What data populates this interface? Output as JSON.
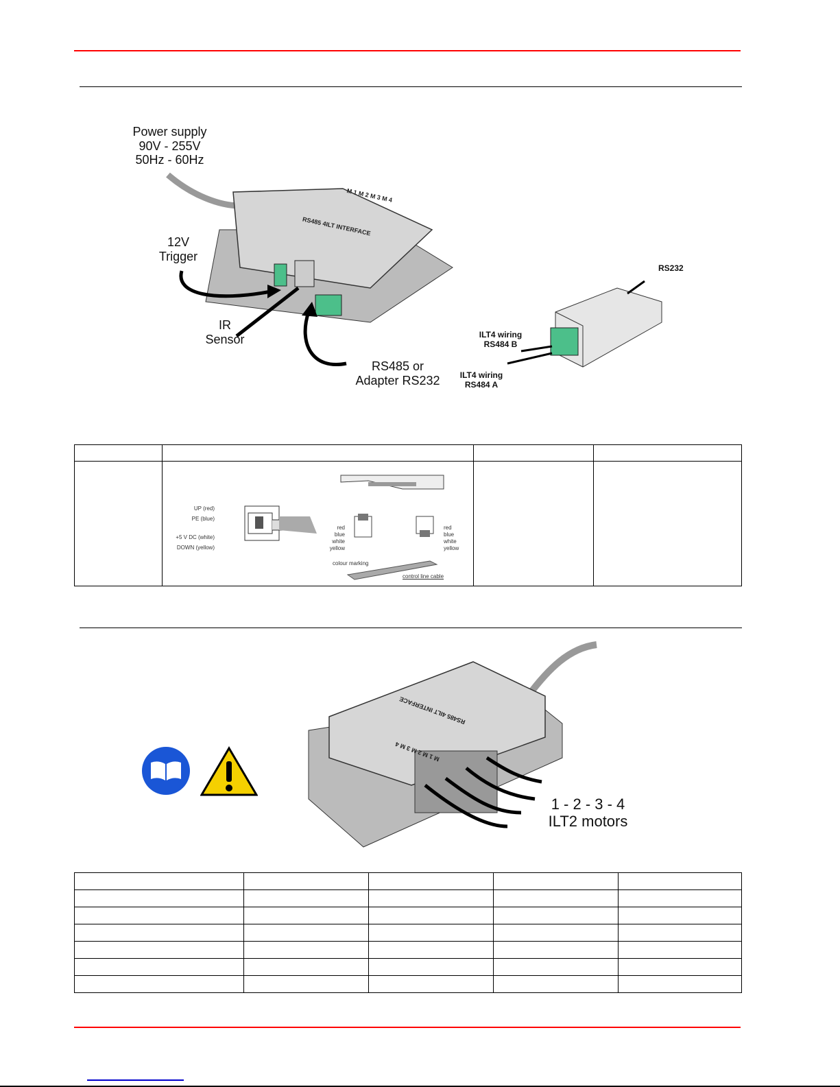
{
  "figure1": {
    "power": [
      "Power supply",
      "90V - 255V",
      "50Hz - 60Hz"
    ],
    "trigger": [
      "12V",
      "Trigger"
    ],
    "ir": [
      "IR",
      "Sensor"
    ],
    "rs485": [
      "RS485 or",
      "Adapter RS232"
    ],
    "device_label": "RS485 4ILT INTERFACE",
    "ports": "M 1  M 2  M 3  M 4",
    "adapter_rs232": "RS232",
    "wiring_b": [
      "ILT4 wiring",
      "RS484 B"
    ],
    "wiring_a": [
      "ILT4 wiring",
      "RS484 A"
    ]
  },
  "connector": {
    "left": [
      "UP (red)",
      "PE (blue)",
      "+5 V DC (white)",
      "DOWN (yellow)"
    ],
    "colors": [
      "red",
      "blue",
      "white",
      "yellow"
    ],
    "colour_marking": "colour marking",
    "cable": "control line cable"
  },
  "figure2": {
    "motors": [
      "1 - 2 - 3 - 4",
      "ILT2 motors"
    ],
    "device_label": "RS485 4ILT INTERFACE",
    "ports": "M 1  M 2  M 3  M 4"
  },
  "colors": {
    "rule": "#ff0000",
    "link": "#0000cc",
    "book": "#1a56d6",
    "warning": "#f5d000"
  }
}
